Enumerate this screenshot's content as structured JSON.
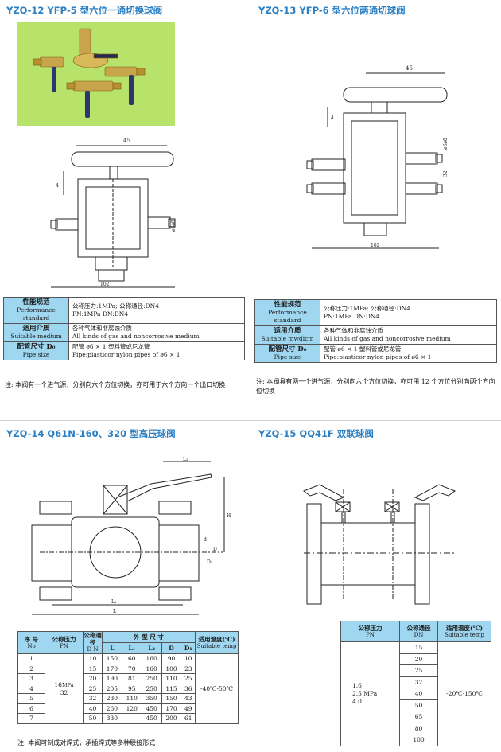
{
  "panels": {
    "p12": {
      "heading": "YZQ-12 YFP-5 型六位一通切换球阀",
      "dims": {
        "d45": "45",
        "d4": "4",
        "d102": "102",
        "dphi": "ø6ø8"
      },
      "spec": {
        "perf_zh": "性能规范",
        "perf_en": "Performance standard",
        "perf_v1": "公称压力:1MPa;  公称通径:DN4",
        "perf_v2": "PN:1MPa DN:DN4",
        "media_zh": "适用介质",
        "media_en": "Suitable medium",
        "media_v1": "各种气体和非腐蚀介质",
        "media_v2": "All kinds of gas and noncorrosive medium",
        "pipe_zh": "配管尺寸 D₀",
        "pipe_en": "Pipe size",
        "pipe_v1": "配管 ø6 × 1 塑料管或尼龙管",
        "pipe_v2": "Pipe:piasticor nylon pipes of ø6 × 1"
      },
      "note": "注:  本阀有一个进气源，分别向六个方位切换，亦可用于六个方向一个出口切换"
    },
    "p13": {
      "heading": "YZQ-13 YFP-6 型六位两通切球阀",
      "dims": {
        "d45": "45",
        "d4": "4",
        "d102": "102",
        "d32": "32",
        "dphi": "ø6ø8"
      },
      "spec": {
        "perf_zh": "性能规范",
        "perf_en": "Performance standard",
        "perf_v1": "公称压力:1MPa;  公称通径:DN4",
        "perf_v2": "PN:1MPa DN:DN4",
        "media_zh": "适用介质",
        "media_en": "Suitable mwdicm",
        "media_v1": "各种气体和非腐蚀介质",
        "media_v2": "All kinds of gas and noncorrosive medium",
        "pipe_zh": "配管尺寸 D₀",
        "pipe_en": "Pipe size",
        "pipe_v1": "配管 ø6 × 1 塑料管或尼龙管",
        "pipe_v2": "Pipe:piasticor nylon pipes of ø6 × 1"
      },
      "note": "注:  本阀具有两一个进气源，分别向六个方位切换，亦可用 12 个方位分别向两个方向位切换"
    },
    "p14": {
      "heading": "YZQ-14 Q61N-160、320 型高压球阀",
      "dims": {
        "L": "L",
        "L1": "L₁",
        "L2": "L₂",
        "H": "H",
        "D": "D",
        "D1": "D₁",
        "d": "d"
      },
      "table": {
        "h_no": "序  号",
        "h_no_en": "No",
        "h_pn": "公称压力",
        "h_pn_en": "PN",
        "h_dn": "公称通径",
        "h_dn_en": "D N",
        "h_dim": "外  型  尺  寸",
        "h_L": "L",
        "h_L1": "L₁",
        "h_L2": "L₂",
        "h_D": "D",
        "h_D1": "D₁",
        "h_temp": "适用温度(℃)",
        "h_temp_en": "Suitable temp",
        "pn_value": "16 MPa / 32",
        "pn_top": "16",
        "pn_unit": "MPa",
        "pn_bot": "32",
        "temp_value": "-40℃-50℃",
        "rows": [
          [
            "1",
            "10",
            "150",
            "60",
            "160",
            "90",
            "10"
          ],
          [
            "2",
            "15",
            "170",
            "70",
            "160",
            "100",
            "23"
          ],
          [
            "3",
            "20",
            "190",
            "81",
            "250",
            "110",
            "25"
          ],
          [
            "4",
            "25",
            "205",
            "95",
            "250",
            "115",
            "36"
          ],
          [
            "5",
            "32",
            "230",
            "110",
            "350",
            "150",
            "43"
          ],
          [
            "6",
            "40",
            "260",
            "120",
            "450",
            "170",
            "49"
          ],
          [
            "7",
            "50",
            "330",
            "",
            "450",
            "200",
            "61"
          ]
        ]
      },
      "note": "注:  本阀可制成对焊式，承插焊式等多种联接形式"
    },
    "p15": {
      "heading": "YZQ-15 QQ41F 双联球阀",
      "table": {
        "h_pn": "公称压力",
        "h_pn_en": "PN",
        "h_dn": "公称通径",
        "h_dn_en": "DN",
        "h_temp": "适用温度(℃)",
        "h_temp_en": "Suitable temp",
        "pn_1": "1.6",
        "pn_2": "2.5 MPa",
        "pn_3": "4.0",
        "temp_value": "-20℃-150℃",
        "dn": [
          "15",
          "20",
          "25",
          "32",
          "40",
          "50",
          "65",
          "80",
          "100"
        ]
      }
    }
  },
  "colors": {
    "heading": "#2a7fc3",
    "table_header": "#9fd6f0",
    "photo_bg": "#b7e36a"
  }
}
